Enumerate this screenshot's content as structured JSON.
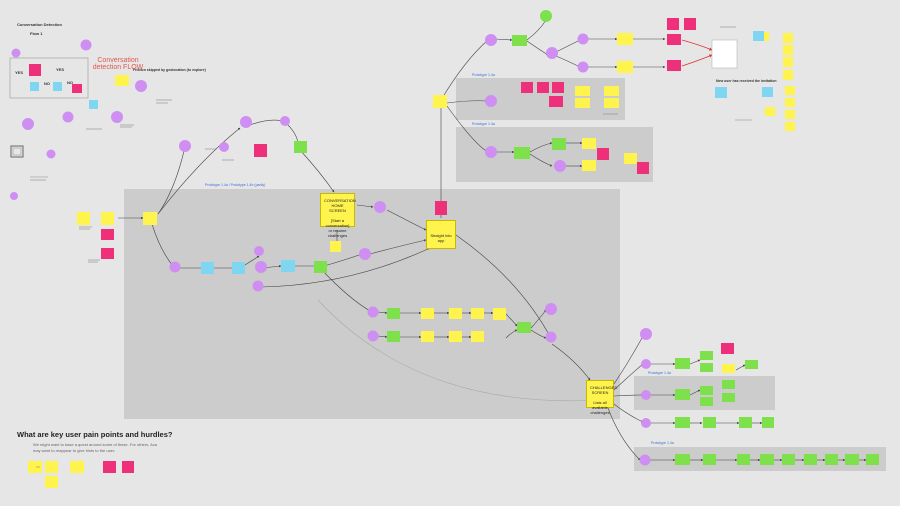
{
  "header": {
    "title": "Conversation Detection",
    "flow_label": "Flow 1",
    "red_title": "Conversation detection FLOW",
    "friction_title": "Friction skipped by geolocation (to explore)"
  },
  "frames": [
    "Prototype 1.4a / Prototype 1.4b (partly)",
    "Prototype 1.4a",
    "Prototype 1.4a",
    "Prototype 1.4a",
    "Prototype 1.4a"
  ],
  "cards": {
    "conversation_home": "CONVERSATION HOME SCREEN\n\n[Start a conversation] or resume challenges",
    "straight_into_app": "Straight into app",
    "challenges_screen": "CHALLENGES SCREEN\n\nLists all available challenges"
  },
  "new_user_note": "New user has received the invitation",
  "pain_points": {
    "heading": "What are key user pain points and hurdles?",
    "body": "We might want to base a quest around some of these. For others, Ava may want to reappear to give hints to the user."
  },
  "decision_labels": [
    "YES",
    "NO",
    "YES",
    "NO"
  ],
  "colors": {
    "background": "#e6e6e6",
    "frame": "#cccccc",
    "purple": "#cf8ff2",
    "yellow": "#fff34d",
    "green": "#7ee04a",
    "pink": "#ee2f7a",
    "blue": "#7ed6f0",
    "red_arrow": "#e03030"
  }
}
